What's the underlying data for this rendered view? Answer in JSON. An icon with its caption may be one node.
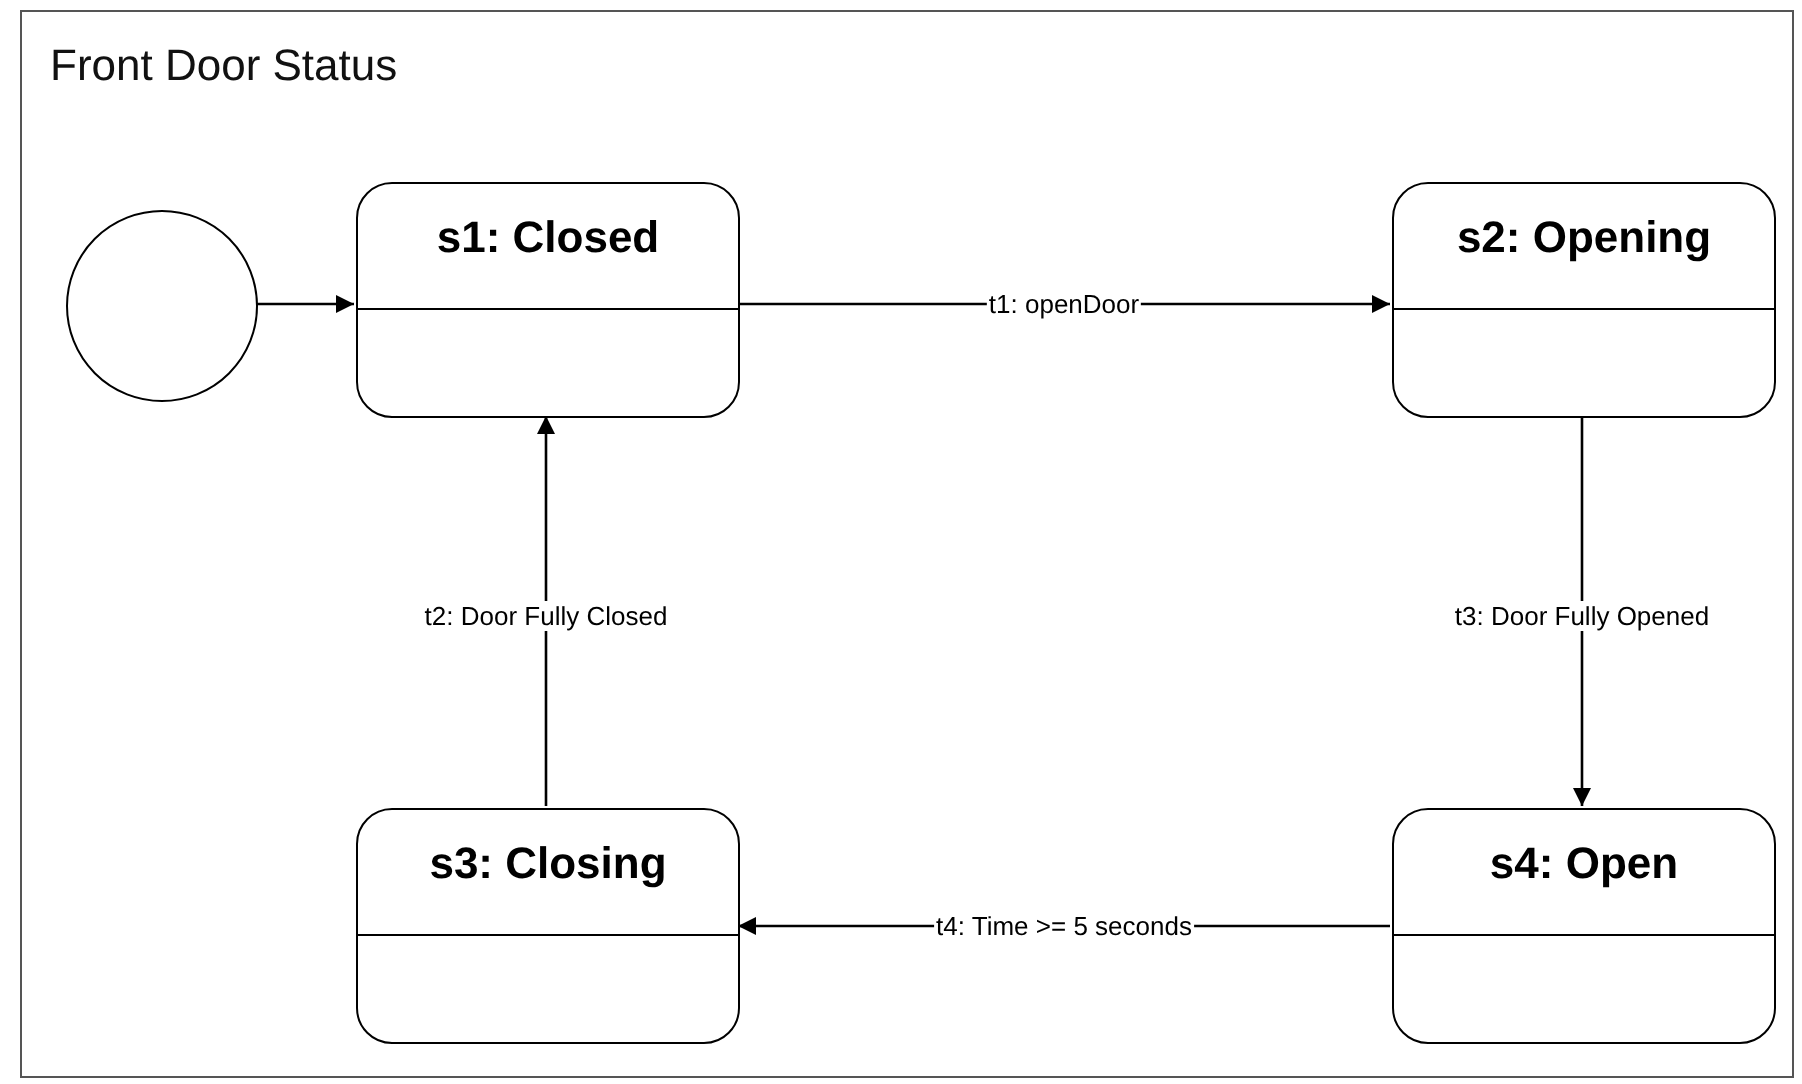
{
  "diagram": {
    "nodes": [
      {
        "text": [
          "Front Door Status"
        ]
      },
      {
        "text": [],
        "shape": "circle",
        "in": 0
      },
      {
        "text": [
          "s1: Closed"
        ],
        "in": 0
      },
      {
        "text": [
          "s2: Opening"
        ],
        "in": 0
      },
      {
        "text": [
          "s3: Closing"
        ],
        "in": 0
      },
      {
        "text": [
          "s4: Open"
        ],
        "in": 0
      }
    ],
    "edges": [
      {
        "from": 1,
        "to": 2,
        "arrow": "to"
      },
      {
        "from": 2,
        "to": 3,
        "arrow": "to",
        "label": "t1: openDoor"
      },
      {
        "from": 3,
        "to": 5,
        "arrow": "to",
        "label": "t3: Door Fully Opened"
      },
      {
        "from": 5,
        "to": 4,
        "arrow": "to",
        "label": "t4: Time >= 5 seconds"
      },
      {
        "from": 4,
        "to": 2,
        "arrow": "to",
        "label": "t2: Door Fully Closed"
      }
    ]
  }
}
